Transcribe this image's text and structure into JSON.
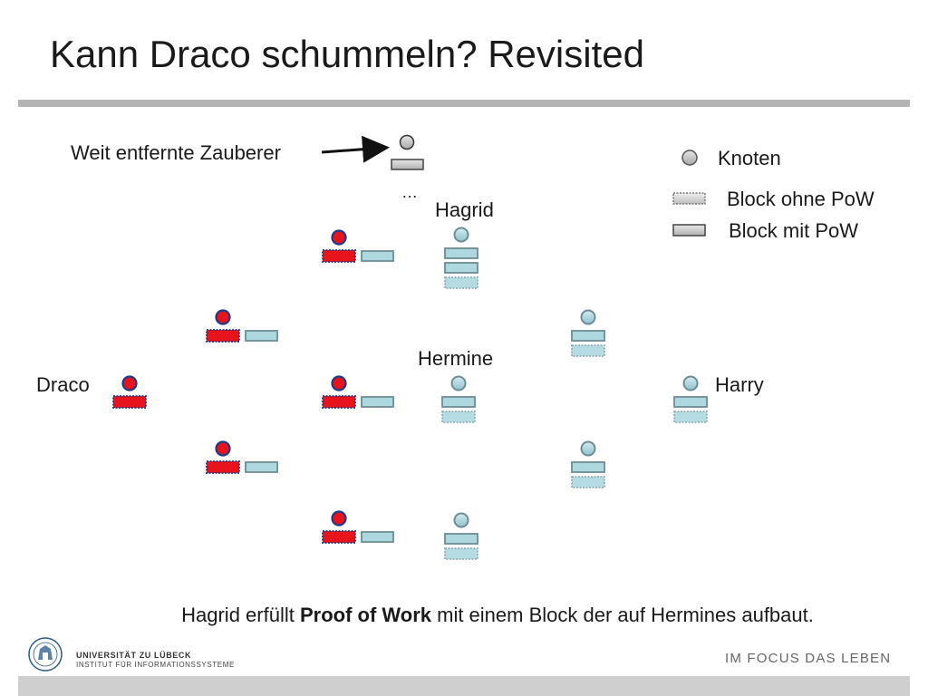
{
  "title": "Kann Draco schummeln? Revisited",
  "labels": {
    "distant": "Weit entfernte Zauberer",
    "ellipsis": "…",
    "hagrid": "Hagrid",
    "hermine": "Hermine",
    "draco": "Draco",
    "harry": "Harry"
  },
  "legend": {
    "node": "Knoten",
    "block_no_pow": "Block ohne PoW",
    "block_pow": "Block mit PoW"
  },
  "caption": {
    "before": "Hagrid erfüllt ",
    "bold": "Proof of Work",
    "after": " mit einem Block der auf Hermines aufbaut."
  },
  "footer": {
    "university": "UNIVERSITÄT ZU LÜBECK",
    "institute": "INSTITUT FÜR INFORMATIONSSYSTEME",
    "motto": "IM FOCUS DAS LEBEN"
  },
  "colors": {
    "red_node": "#e8141c",
    "red_node_border": "#1f3a8a",
    "red_block": "#e8141c",
    "honest_node": "#a9d3dc",
    "honest_node_border": "#6d8c94",
    "block": "#add8e0",
    "block_border": "#6d8c94",
    "gray_node": "#c0c0c0"
  }
}
